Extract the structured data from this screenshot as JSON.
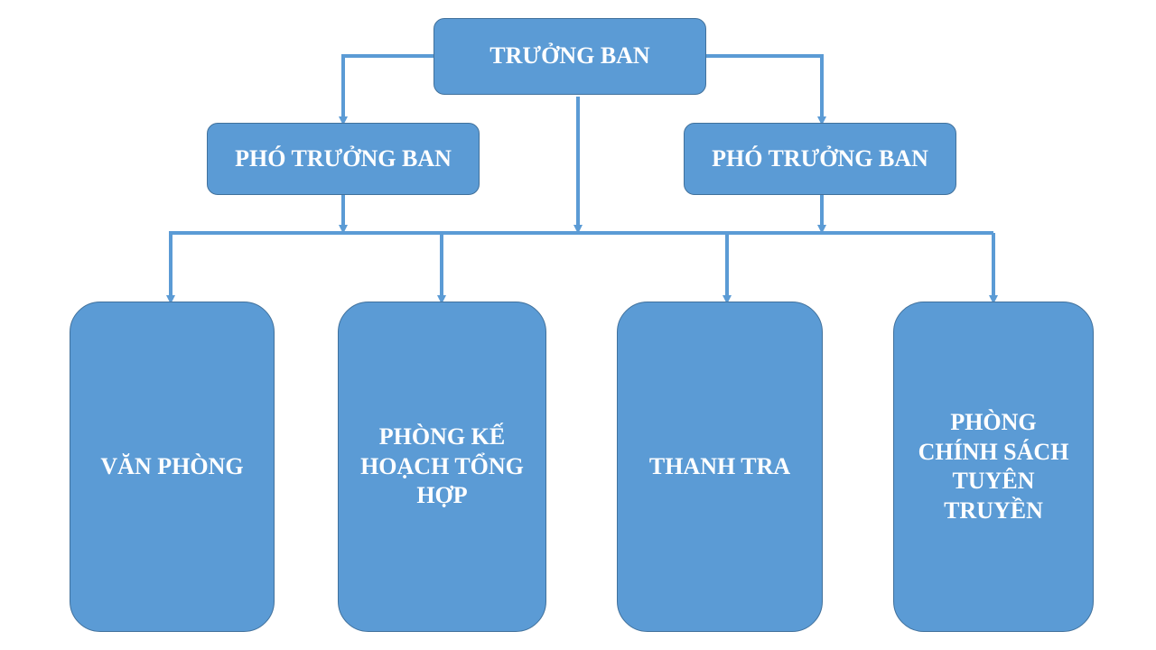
{
  "colors": {
    "box_fill": "#5b9bd5",
    "box_border": "#41719c",
    "connector": "#5b9bd5",
    "text": "#ffffff"
  },
  "org": {
    "head": {
      "label": "TRƯỞNG BAN"
    },
    "deputies": [
      {
        "label": "PHÓ TRƯỞNG BAN"
      },
      {
        "label": "PHÓ TRƯỞNG BAN"
      }
    ],
    "departments": [
      {
        "label": "VĂN PHÒNG"
      },
      {
        "label": "PHÒNG KẾ HOẠCH TỔNG HỢP"
      },
      {
        "label": "THANH TRA"
      },
      {
        "label": "PHÒNG CHÍNH SÁCH TUYÊN TRUYỀN"
      }
    ]
  }
}
